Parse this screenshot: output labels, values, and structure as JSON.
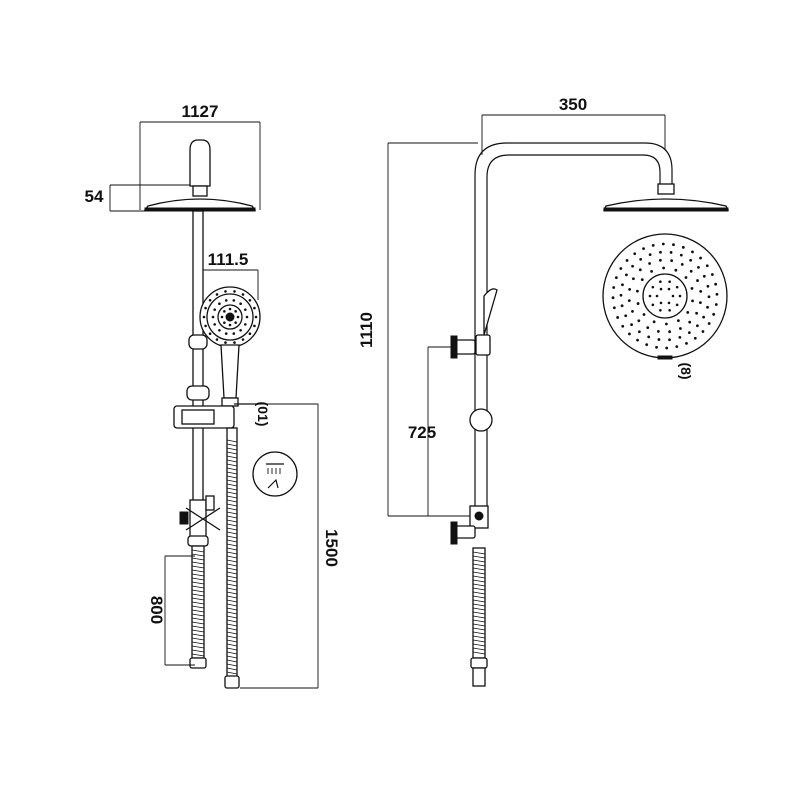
{
  "diagram": {
    "dimensions": {
      "head_diameter": "1127",
      "head_height": "54",
      "handshower_width": "111.5",
      "side_label_10": "(01)",
      "overall_height": "1500",
      "hose_length": "800",
      "arm_reach": "350",
      "rail_height": "1110",
      "outlet_height": "725",
      "head_label_8": "(8)"
    },
    "colors": {
      "line": "#111111",
      "background": "#ffffff"
    }
  }
}
